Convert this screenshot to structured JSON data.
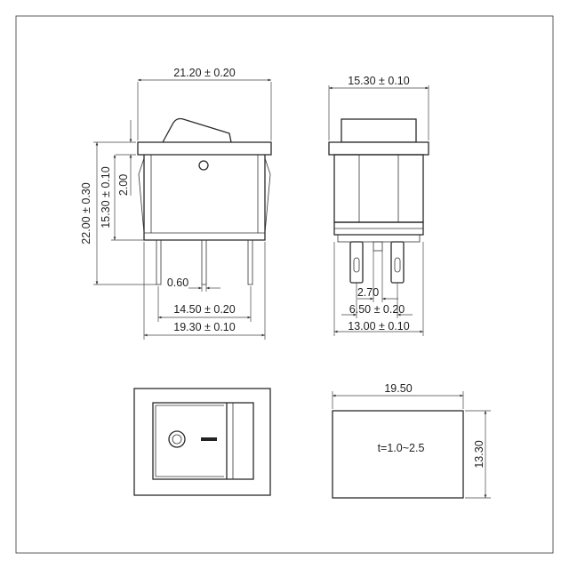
{
  "drawing": {
    "front_view": {
      "top_width": "21.20 ± 0.20",
      "total_height": "22.00 ± 0.30",
      "body_height": "15.30 ± 0.10",
      "flange": "2.00",
      "pin_width": "0.60",
      "pin_span": "14.50 ± 0.20",
      "body_width": "19.30 ± 0.10"
    },
    "side_view": {
      "top_width": "15.30 ± 0.10",
      "pin_pitch": "2.70",
      "pin_span": "6.50 ± 0.20",
      "body_width": "13.00 ± 0.10"
    },
    "cutout": {
      "width": "19.50",
      "height": "13.30",
      "thickness": "t=1.0~2.5"
    }
  }
}
